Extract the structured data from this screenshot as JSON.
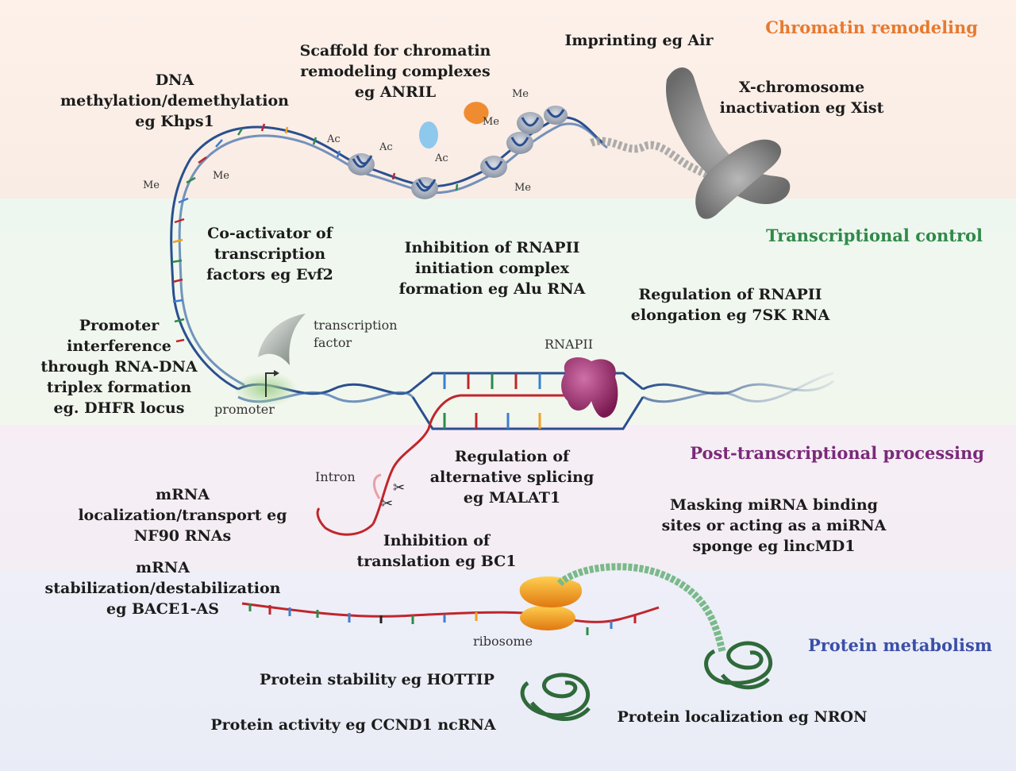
{
  "sections": {
    "chromatin": {
      "label": "Chromatin remodeling",
      "color": "#e8792e"
    },
    "transcription": {
      "label": "Transcriptional control",
      "color": "#2f8a4a"
    },
    "post": {
      "label": "Post-transcriptional processing",
      "color": "#7a2a7a"
    },
    "protein": {
      "label": "Protein metabolism",
      "color": "#3a4fa8"
    }
  },
  "labels": {
    "dna_methylation": "DNA\nmethylation/demethylation\neg Khps1",
    "scaffold": "Scaffold for chromatin\nremodeling complexes\neg ANRIL",
    "imprinting": "Imprinting eg Air",
    "x_inactivation": "X-chromosome\ninactivation eg Xist",
    "coactivator": "Co-activator of\ntranscription\nfactors eg Evf2",
    "inhibition_rnapii": "Inhibition of RNAPII\ninitiation complex\nformation eg Alu RNA",
    "regulation_elongation": "Regulation of RNAPII\nelongation eg 7SK RNA",
    "promoter_interference": "Promoter\ninterference\nthrough RNA-DNA\ntriplex formation\neg. DHFR locus",
    "alt_splicing": "Regulation of\nalternative splicing\neg MALAT1",
    "mrna_localization": "mRNA\nlocalization/transport eg\nNF90 RNAs",
    "masking_mirna": "Masking miRNA binding\nsites or acting as a miRNA\nsponge eg lincMD1",
    "inhibition_translation": "Inhibition of\ntranslation eg BC1",
    "mrna_stabilization": "mRNA\nstabilization/destabilization\neg BACE1-AS",
    "protein_stability": "Protein stability eg HOTTIP",
    "protein_activity": "Protein activity eg CCND1 ncRNA",
    "protein_localization": "Protein localization eg NRON"
  },
  "annotations": {
    "transcription_factor": "transcription\nfactor",
    "promoter": "promoter",
    "rnapii": "RNAPII",
    "intron": "Intron",
    "ribosome": "ribosome",
    "me": "Me",
    "ac": "Ac"
  },
  "colors": {
    "dna_strand": "#2a4f8f",
    "rna_strand": "#c0262b",
    "rnapii": "#9c2a6e",
    "ribosome": "#f0a020",
    "protein": "#2f6a3a",
    "tf_protein": "#9aa8a0"
  }
}
